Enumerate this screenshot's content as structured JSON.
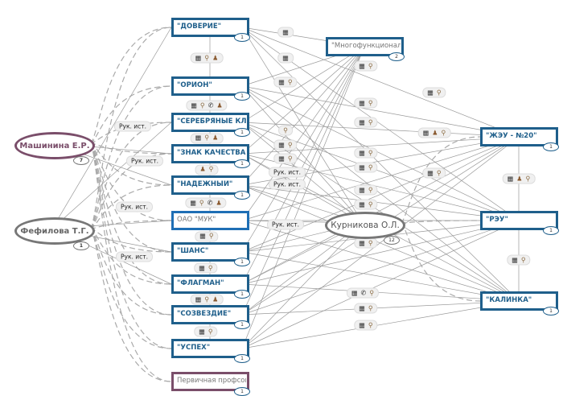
{
  "colors": {
    "company_border": "#1f5f8b",
    "person_purple": "#7a4e6a",
    "person_grey": "#777777",
    "edge": "#999999"
  },
  "people": [
    {
      "id": "mashinina",
      "label": "Машинина Е.Р.",
      "badge": "7",
      "style": "purple"
    },
    {
      "id": "fefilova",
      "label": "Фефилова Т.Г.",
      "badge": "1",
      "style": "grey"
    },
    {
      "id": "kurnikova",
      "label": "Курникова О.Л.",
      "badge": "12",
      "style": "kur"
    }
  ],
  "companies": [
    {
      "id": "doverie",
      "label": "\"ДОВЕРИЕ\"",
      "badge": "1",
      "style": ""
    },
    {
      "id": "orion",
      "label": "\"ОРИОН\"",
      "badge": "1",
      "style": ""
    },
    {
      "id": "serebr",
      "label": "\"СЕРЕБРЯНЫЕ КЛЮЧИ\"",
      "badge": "1",
      "style": ""
    },
    {
      "id": "znak",
      "label": "\"ЗНАК КАЧЕСТВА\"",
      "badge": "1",
      "style": ""
    },
    {
      "id": "nadezh",
      "label": "\"НАДЕЖНЫЙ\"",
      "badge": "1",
      "style": ""
    },
    {
      "id": "muk",
      "label": "ОАО \"МУК\"",
      "badge": "",
      "style": "grey light"
    },
    {
      "id": "shans",
      "label": "\"ШАНС\"",
      "badge": "1",
      "style": ""
    },
    {
      "id": "flagman",
      "label": "\"ФЛАГМАН\"",
      "badge": "1",
      "style": ""
    },
    {
      "id": "sozv",
      "label": "\"СОЗВЕЗДИЕ\"",
      "badge": "1",
      "style": ""
    },
    {
      "id": "uspeh",
      "label": "\"УСПЕХ\"",
      "badge": "1",
      "style": ""
    },
    {
      "id": "perv",
      "label": "Первичная профсоюзн...",
      "badge": "1",
      "style": "purple"
    },
    {
      "id": "mnogo",
      "label": "\"Многофункциональна...",
      "badge": "2",
      "style": "grey"
    },
    {
      "id": "zheu",
      "label": "\"ЖЭУ - №20\"",
      "badge": "1",
      "style": ""
    },
    {
      "id": "reu",
      "label": "\"РЭУ\"",
      "badge": "1",
      "style": ""
    },
    {
      "id": "kalinka",
      "label": "\"КАЛИНКА\"",
      "badge": "1",
      "style": ""
    }
  ],
  "icons": {
    "building": "▦",
    "pin": "⚲",
    "person": "♟",
    "phone": "✆"
  },
  "edge_labels": [
    {
      "text": "Рук. ист."
    },
    {
      "text": "Рук. ист."
    },
    {
      "text": "Рук. ист."
    },
    {
      "text": "Рук. ист."
    },
    {
      "text": "Рук. ист."
    },
    {
      "text": "Рук. ист."
    },
    {
      "text": "Рук. ист."
    }
  ],
  "edge_icon_pills": [
    [
      "building",
      "pin",
      "person"
    ],
    [
      "building",
      "pin",
      "phone",
      "person"
    ],
    [
      "building",
      "pin",
      "person"
    ],
    [
      "person",
      "pin"
    ],
    [
      "building",
      "pin",
      "phone",
      "person"
    ],
    [
      "building",
      "pin"
    ],
    [
      "building",
      "pin"
    ],
    [
      "building",
      "pin",
      "person"
    ],
    [
      "building",
      "pin"
    ],
    [
      "building"
    ],
    [
      "building"
    ],
    [
      "building",
      "pin"
    ],
    [
      "pin"
    ],
    [
      "building",
      "pin"
    ],
    [
      "building",
      "pin"
    ],
    [
      "building",
      "pin"
    ],
    [
      "building",
      "pin"
    ],
    [
      "building",
      "pin"
    ],
    [
      "building",
      "pin"
    ],
    [
      "building",
      "pin"
    ],
    [
      "building",
      "pin"
    ],
    [
      "building",
      "pin"
    ],
    [
      "building",
      "pin"
    ],
    [
      "building",
      "phone",
      "pin"
    ],
    [
      "building",
      "pin"
    ],
    [
      "building",
      "pin"
    ],
    [
      "building",
      "pin"
    ],
    [
      "building",
      "person",
      "pin"
    ],
    [
      "building",
      "person",
      "pin"
    ],
    [
      "building",
      "pin"
    ],
    [
      "building",
      "pin"
    ]
  ]
}
